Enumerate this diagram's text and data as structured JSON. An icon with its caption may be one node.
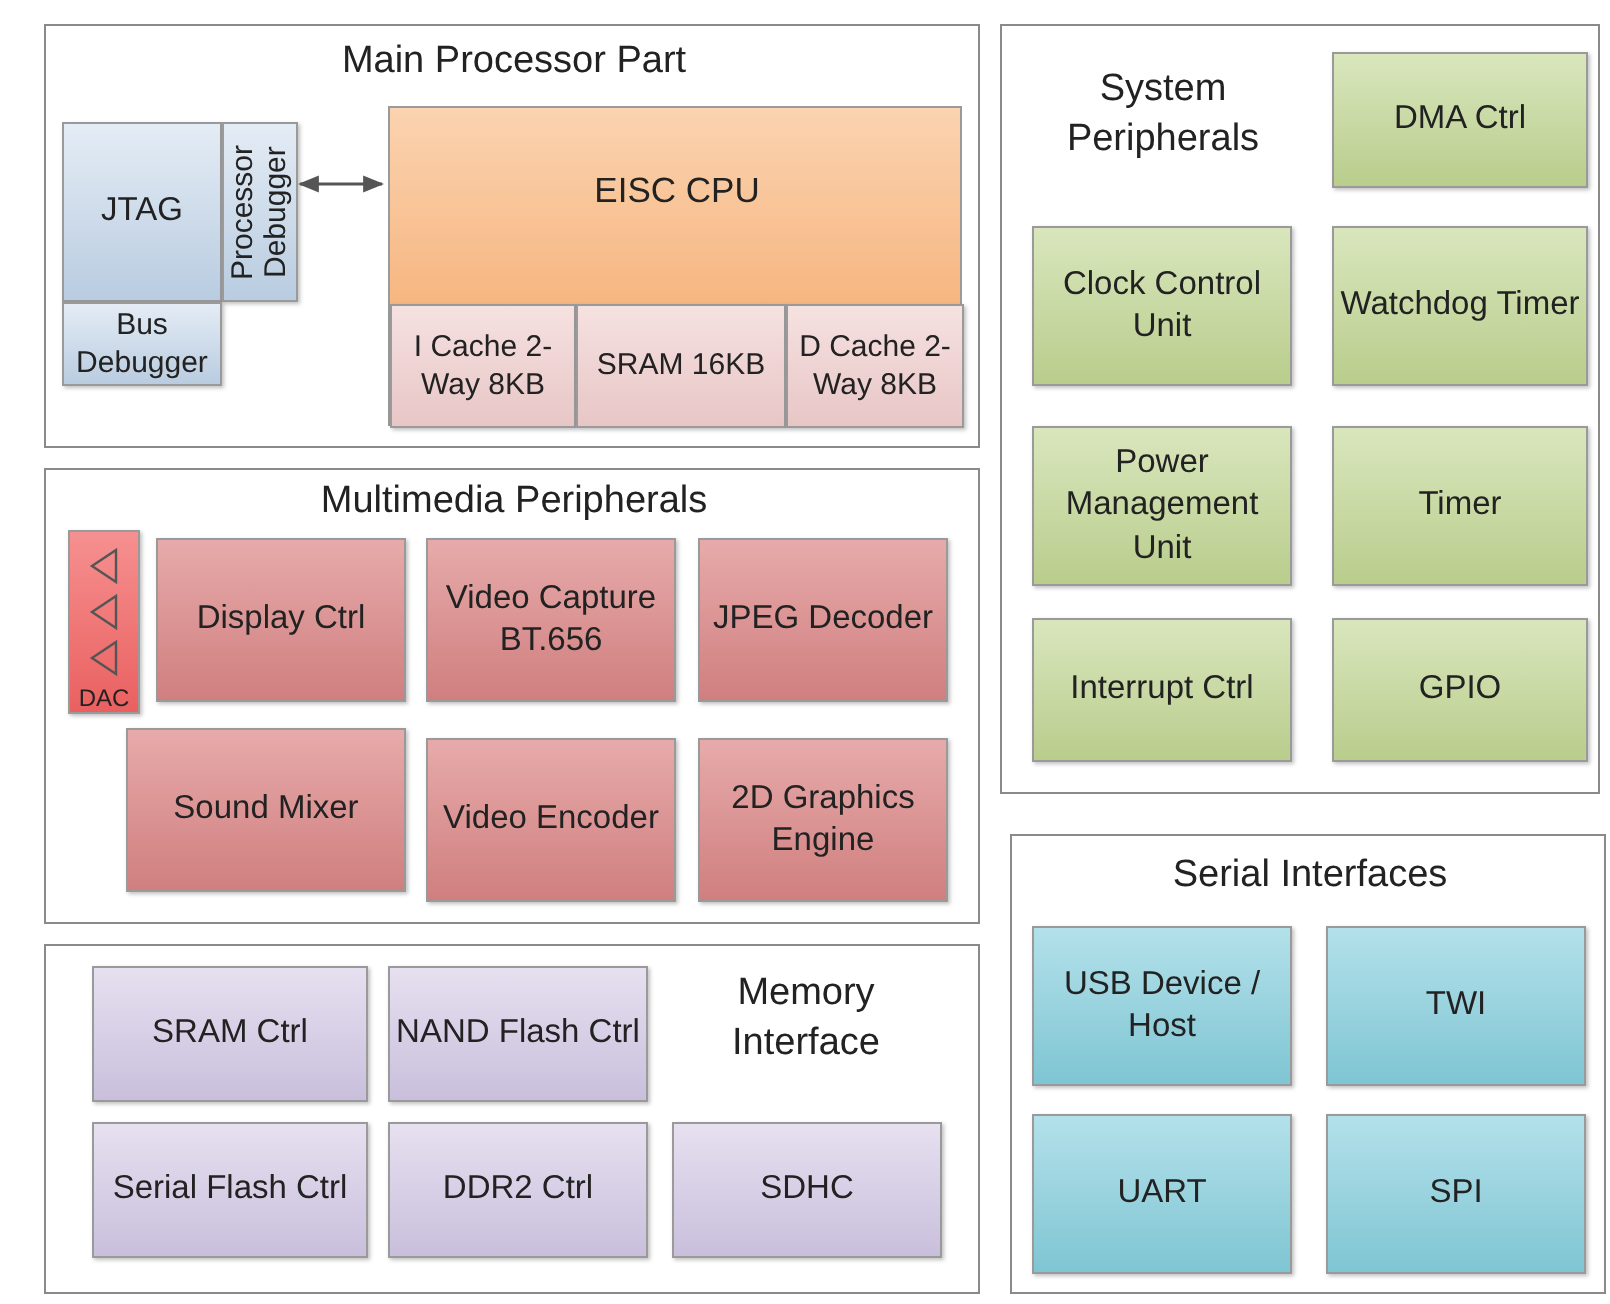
{
  "diagram": {
    "nodes": [
      {
        "text": [
          "Main Processor Part"
        ]
      },
      {
        "text": [
          "JTAG"
        ],
        "in": 0
      },
      {
        "text": [
          "Processor Debugger"
        ],
        "in": 0
      },
      {
        "text": [
          "Bus Debugger"
        ],
        "in": 0
      },
      {
        "text": [
          "EISC CPU"
        ],
        "in": 0
      },
      {
        "text": [
          "I Cache 2-Way 8KB"
        ],
        "in": 4
      },
      {
        "text": [
          "SRAM 16KB"
        ],
        "in": 4
      },
      {
        "text": [
          "D Cache 2-Way 8KB"
        ],
        "in": 4
      },
      {
        "text": [
          "System Peripherals"
        ]
      },
      {
        "text": [
          "DMA Ctrl"
        ],
        "in": 8
      },
      {
        "text": [
          "Clock Control Unit"
        ],
        "in": 8
      },
      {
        "text": [
          "Watchdog Timer"
        ],
        "in": 8
      },
      {
        "text": [
          "Power Management Unit"
        ],
        "in": 8
      },
      {
        "text": [
          "Timer"
        ],
        "in": 8
      },
      {
        "text": [
          "Interrupt Ctrl"
        ],
        "in": 8
      },
      {
        "text": [
          "GPIO"
        ],
        "in": 8
      },
      {
        "text": [
          "Multimedia Peripherals"
        ]
      },
      {
        "text": [
          "DAC"
        ],
        "in": 16
      },
      {
        "text": [
          "Display Ctrl"
        ],
        "in": 16
      },
      {
        "text": [
          "Video Capture BT.656"
        ],
        "in": 16
      },
      {
        "text": [
          "JPEG Decoder"
        ],
        "in": 16
      },
      {
        "text": [
          "Sound Mixer"
        ],
        "in": 16
      },
      {
        "text": [
          "Video Encoder"
        ],
        "in": 16
      },
      {
        "text": [
          "2D Graphics Engine"
        ],
        "in": 16
      },
      {
        "text": [
          "Serial Interfaces"
        ]
      },
      {
        "text": [
          "USB Device / Host"
        ],
        "in": 24
      },
      {
        "text": [
          "TWI"
        ],
        "in": 24
      },
      {
        "text": [
          "UART"
        ],
        "in": 24
      },
      {
        "text": [
          "SPI"
        ],
        "in": 24
      },
      {
        "text": [
          "Memory Interface"
        ]
      },
      {
        "text": [
          "SRAM Ctrl"
        ],
        "in": 29
      },
      {
        "text": [
          "NAND Flash Ctrl"
        ],
        "in": 29
      },
      {
        "text": [
          "Serial Flash Ctrl"
        ],
        "in": 29
      },
      {
        "text": [
          "DDR2 Ctrl"
        ],
        "in": 29
      },
      {
        "text": [
          "SDHC"
        ],
        "in": 29
      }
    ],
    "edges": [
      {
        "from": 2,
        "to": 4,
        "arrow": "both"
      }
    ]
  }
}
